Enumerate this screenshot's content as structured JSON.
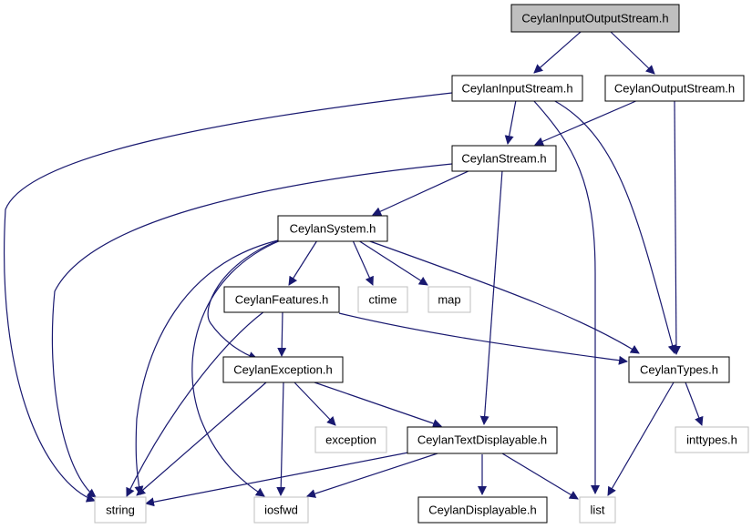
{
  "colors": {
    "edge": "#191970",
    "root_fill": "#bfbfbf",
    "node_fill": "#ffffff",
    "node_border": "#000000",
    "system_header_border": "#bfbfbf"
  },
  "nodes": {
    "ceylan_input_output_stream": "CeylanInputOutputStream.h",
    "ceylan_input_stream": "CeylanInputStream.h",
    "ceylan_output_stream": "CeylanOutputStream.h",
    "ceylan_stream": "CeylanStream.h",
    "ceylan_system": "CeylanSystem.h",
    "ceylan_features": "CeylanFeatures.h",
    "ctime": "ctime",
    "map": "map",
    "ceylan_exception": "CeylanException.h",
    "ceylan_types": "CeylanTypes.h",
    "exception": "exception",
    "ceylan_text_displayable": "CeylanTextDisplayable.h",
    "inttypes": "inttypes.h",
    "string": "string",
    "iosfwd": "iosfwd",
    "ceylan_displayable": "CeylanDisplayable.h",
    "list": "list"
  }
}
